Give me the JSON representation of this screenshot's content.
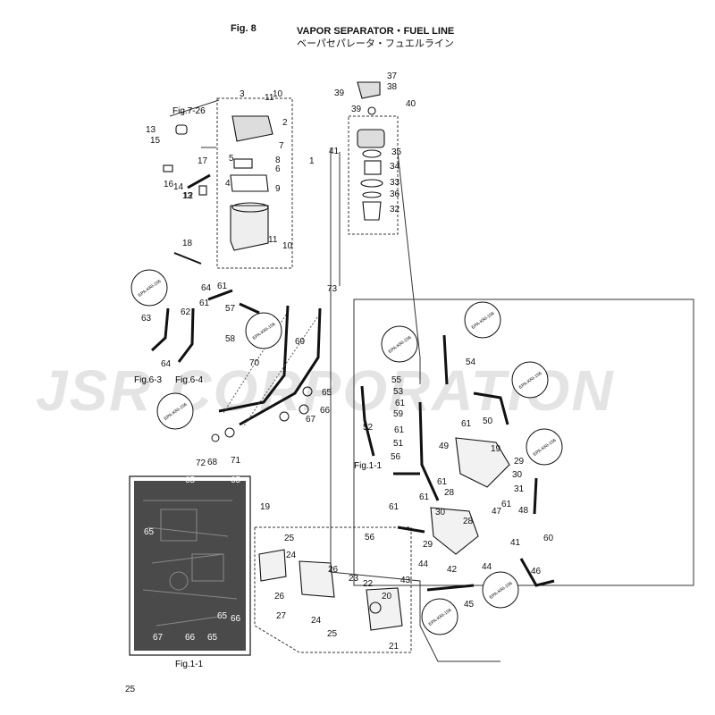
{
  "header": {
    "fig_label": "Fig. 8",
    "title_en": "VAPOR SEPARATOR・FUEL LINE",
    "title_jp": "ベーパセパレータ・フュエルライン"
  },
  "watermark": "JSR CORPORATION",
  "page_number": "25",
  "inset_caption": "Fig.1-1",
  "epa_tag": "EPA-KRI-156",
  "refs": {
    "fig_7_26": "Fig.7-26",
    "fig_6_3": "Fig.6-3",
    "fig_6_4": "Fig.6-4",
    "fig_1_1": "Fig.1-1"
  },
  "callouts": {
    "vapor_separator": [
      "1",
      "2",
      "3",
      "4",
      "5",
      "6",
      "7",
      "8",
      "9",
      "10",
      "10",
      "11",
      "11",
      "12",
      "13",
      "13",
      "14",
      "15",
      "16",
      "17",
      "18"
    ],
    "filter_group": [
      "32",
      "33",
      "34",
      "35",
      "36",
      "37",
      "38",
      "39",
      "39",
      "40",
      "41"
    ],
    "fuel_pump": [
      "19",
      "20",
      "21",
      "22",
      "23",
      "24",
      "24",
      "25",
      "25",
      "26",
      "26",
      "27"
    ],
    "hoses_left": [
      "57",
      "58",
      "61",
      "61",
      "62",
      "63",
      "64",
      "64",
      "65",
      "66",
      "67",
      "68",
      "69",
      "70",
      "71",
      "72",
      "73"
    ],
    "fuel_line_right": [
      "19",
      "28",
      "28",
      "29",
      "29",
      "30",
      "30",
      "31",
      "41",
      "42",
      "43",
      "44",
      "44",
      "45",
      "46",
      "47",
      "48",
      "49",
      "50",
      "51",
      "52",
      "53",
      "54",
      "55",
      "56",
      "56",
      "59",
      "60",
      "61",
      "61",
      "61",
      "61",
      "61",
      "61",
      "61"
    ],
    "inset": [
      "65",
      "65",
      "65",
      "66",
      "66",
      "67",
      "65",
      "65"
    ]
  }
}
